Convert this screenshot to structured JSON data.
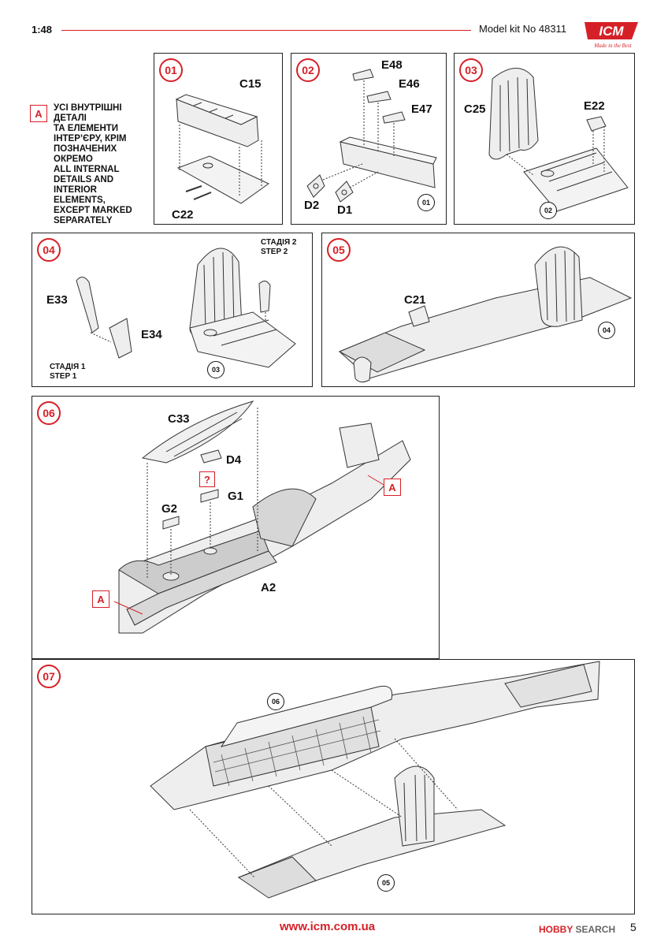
{
  "header": {
    "scale": "1:48",
    "model_kit": "Model kit No 48311",
    "brand": "ICM",
    "tagline": "Made in the Best"
  },
  "note": {
    "badge": "A",
    "lines": [
      "УСІ ВНУТРІШНІ",
      "ДЕТАЛІ",
      "ТА ЕЛЕМЕНТИ",
      "ІНТЕР’ЄРУ, КРІМ",
      "ПОЗНАЧЕНИХ",
      "ОКРЕМО",
      "ALL INTERNAL",
      "DETAILS AND",
      "INTERIOR",
      "ELEMENTS,",
      "EXCEPT MARKED",
      "SEPARATELY"
    ]
  },
  "steps": {
    "s01": {
      "number": "01",
      "parts": [
        "C15",
        "C22"
      ]
    },
    "s02": {
      "number": "02",
      "parts": [
        "E48",
        "E46",
        "E47",
        "D2",
        "D1"
      ],
      "ref": "01"
    },
    "s03": {
      "number": "03",
      "parts": [
        "C25",
        "E22"
      ],
      "ref": "02"
    },
    "s04": {
      "number": "04",
      "parts": [
        "E33",
        "E34"
      ],
      "ref": "03",
      "stage2": [
        "СТАДІЯ 2",
        "STEP 2"
      ],
      "stage1": [
        "СТАДІЯ 1",
        "STEP 1"
      ]
    },
    "s05": {
      "number": "05",
      "parts": [
        "C21"
      ],
      "ref": "04"
    },
    "s06": {
      "number": "06",
      "parts": [
        "C33",
        "D4",
        "G1",
        "G2",
        "A2"
      ],
      "question": "?",
      "marker": "A"
    },
    "s07": {
      "number": "07",
      "ref_top": "06",
      "ref_bottom": "05"
    }
  },
  "footer": {
    "website": "www.icm.com.ua",
    "page": "5",
    "watermark_brand": "HOBBY",
    "watermark_rest": "SEARCH"
  }
}
